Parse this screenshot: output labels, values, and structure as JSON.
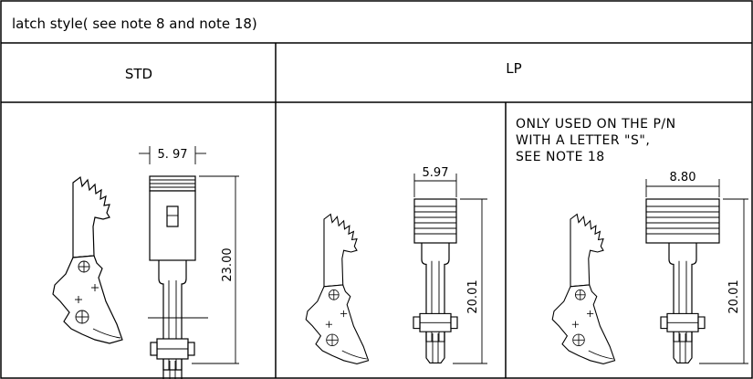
{
  "table": {
    "title": "latch style( see note 8 and note 18)",
    "col_std": "STD",
    "col_lp": "LP",
    "note_lines": [
      "ONLY USED ON THE P/N",
      "WITH A LETTER \"S\",",
      "SEE NOTE 18"
    ]
  },
  "dimensions": {
    "std_width": "5. 97",
    "std_height": "23.00",
    "lp_width": "5.97",
    "lp_height": "20.01",
    "lps_width": "8.80",
    "lps_height": "20.01"
  }
}
